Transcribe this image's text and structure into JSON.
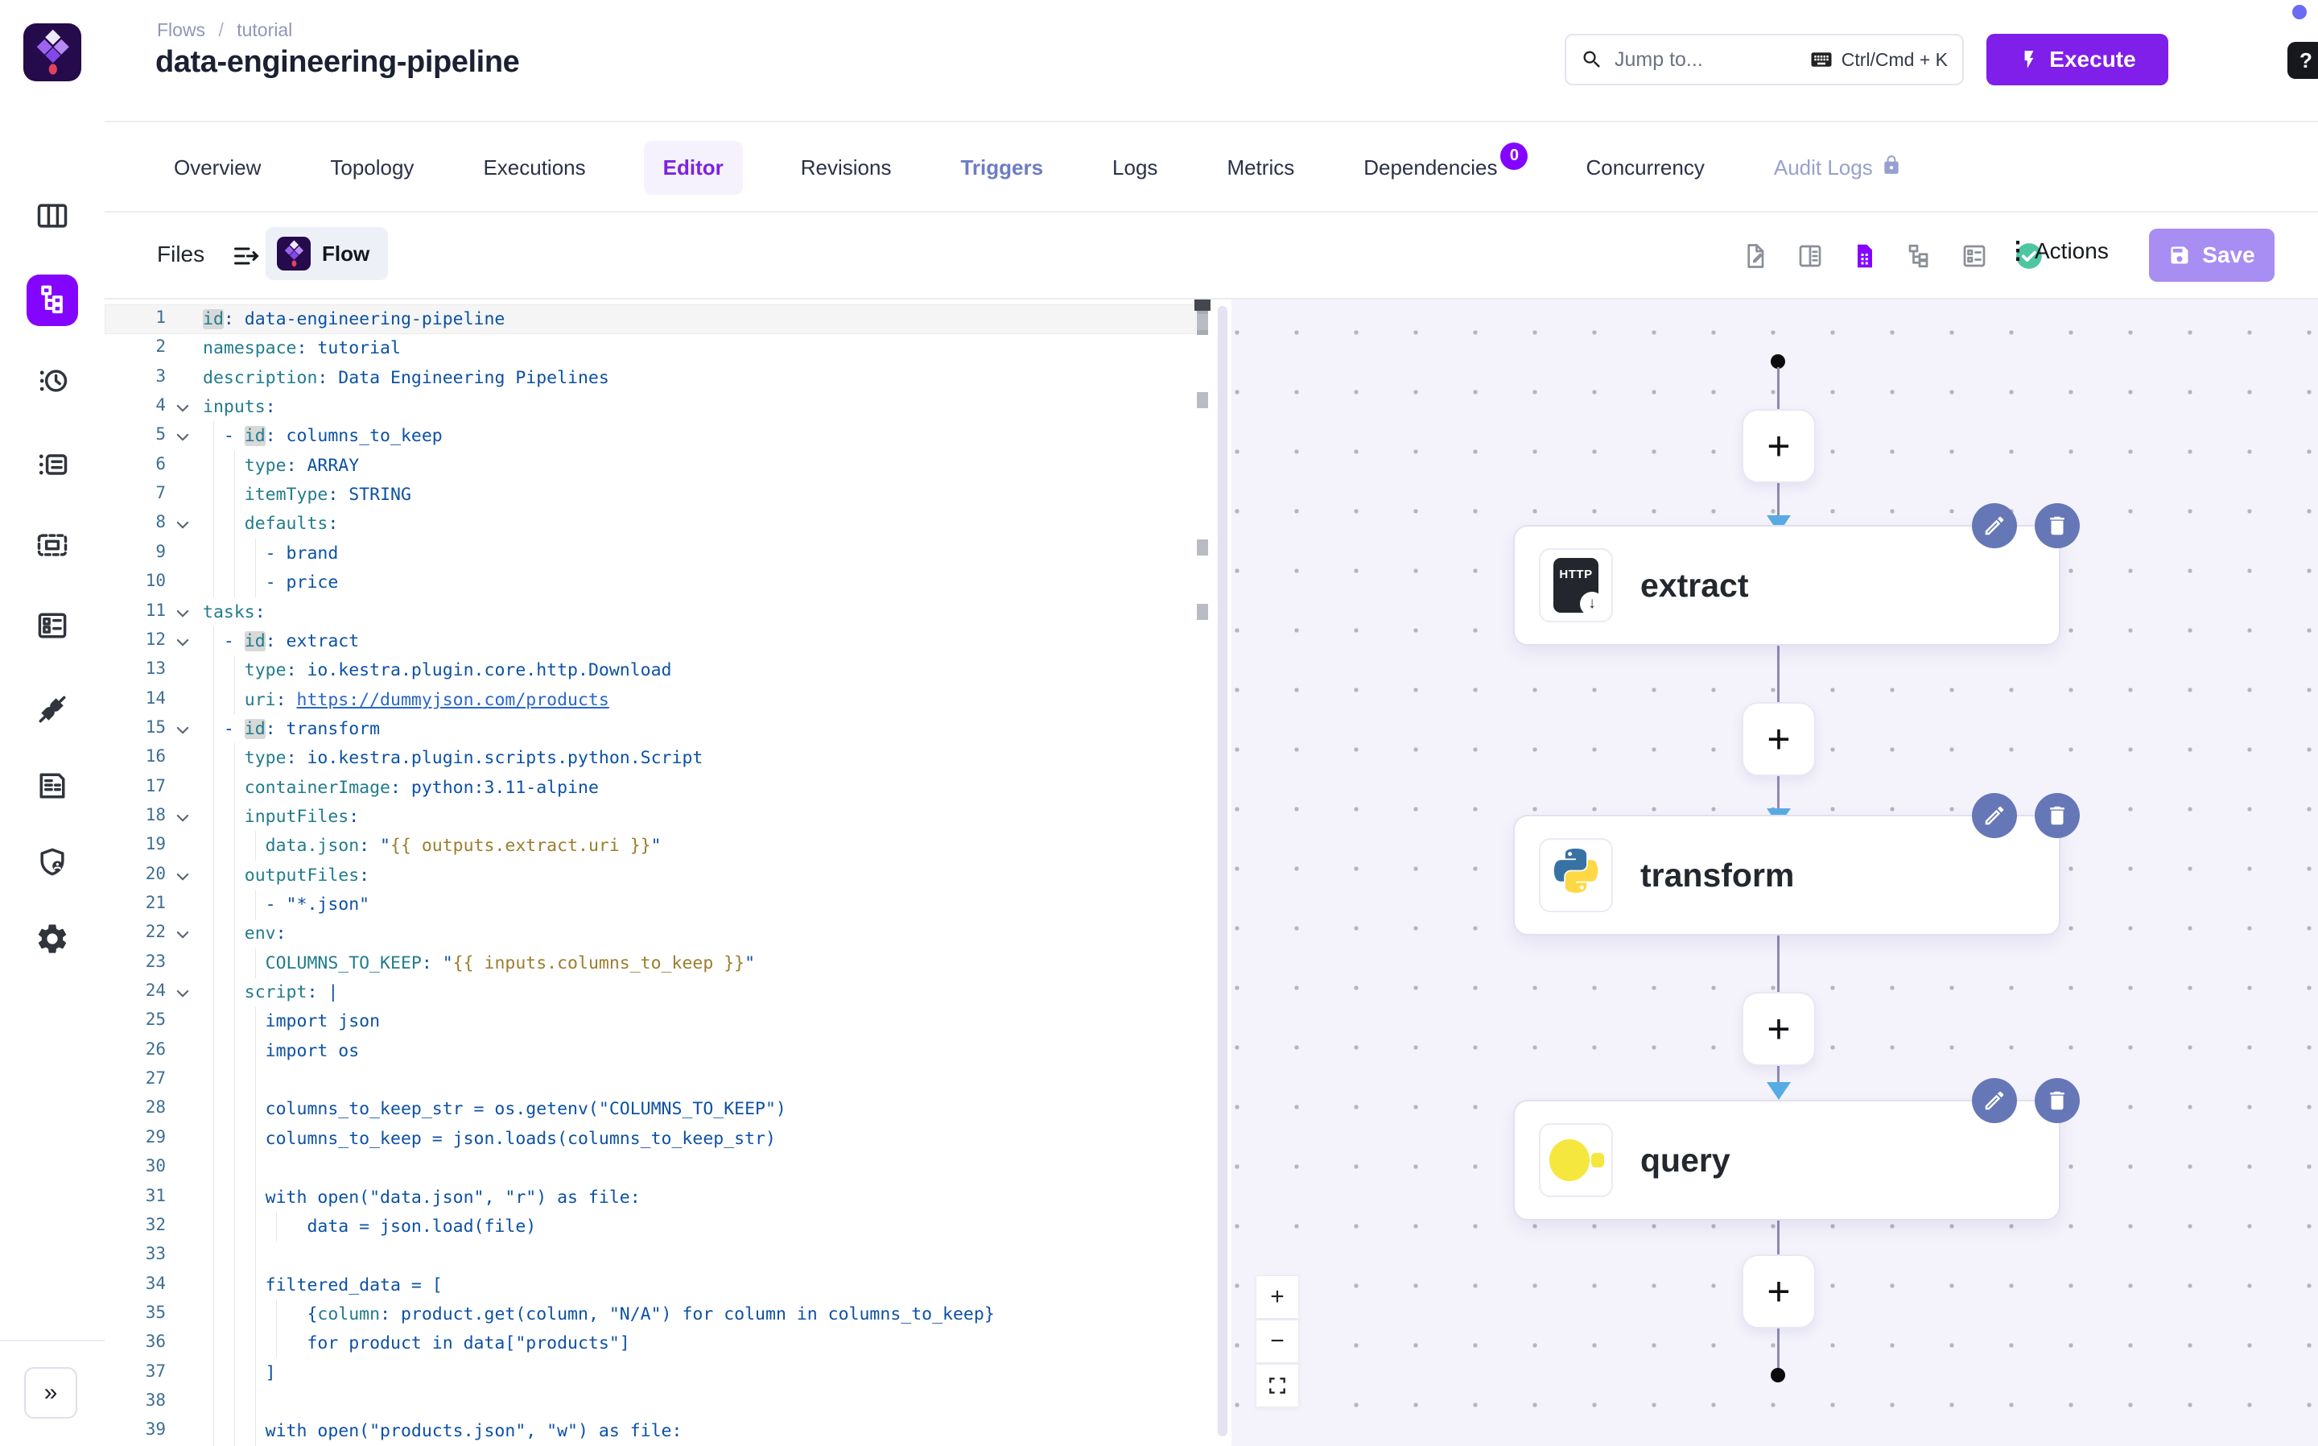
{
  "sidebar": {
    "items": [
      {
        "name": "dashboard"
      },
      {
        "name": "flows",
        "active": true
      },
      {
        "name": "executions"
      },
      {
        "name": "logs"
      },
      {
        "name": "namespaces"
      },
      {
        "name": "blueprints"
      },
      {
        "name": "plugins"
      },
      {
        "name": "docs"
      },
      {
        "name": "iam"
      },
      {
        "name": "settings"
      }
    ],
    "collapse_label": "»"
  },
  "header": {
    "breadcrumb": [
      "Flows",
      "tutorial"
    ],
    "title": "data-engineering-pipeline",
    "search": {
      "placeholder": "Jump to...",
      "shortcut": "Ctrl/Cmd + K"
    },
    "execute_label": "Execute",
    "help_label": "?"
  },
  "tabs": [
    {
      "label": "Overview"
    },
    {
      "label": "Topology"
    },
    {
      "label": "Executions"
    },
    {
      "label": "Editor",
      "active": true
    },
    {
      "label": "Revisions"
    },
    {
      "label": "Triggers",
      "alt": true
    },
    {
      "label": "Logs"
    },
    {
      "label": "Metrics"
    },
    {
      "label": "Dependencies",
      "badge": "0"
    },
    {
      "label": "Concurrency"
    },
    {
      "label": "Audit Logs",
      "muted": true,
      "lock": true
    }
  ],
  "filesbar": {
    "files_label": "Files",
    "flow_tab_label": "Flow",
    "actions_label": "Actions",
    "save_label": "Save",
    "toolbar_icons": [
      "file-edit",
      "split-view",
      "code-file",
      "tree-view",
      "no-code",
      "valid-check"
    ]
  },
  "colors": {
    "accent": "#8405ff",
    "execute": "#7f1fe9",
    "save": "#a88df2",
    "key": "#217c8c",
    "value": "#0c51a5",
    "template": "#9c7d2c",
    "link": "#2a66c9",
    "node_action": "#6677b7",
    "duck_yellow": "#f5e73d",
    "arrow_blue": "#57ace4"
  },
  "editor": {
    "lines": [
      {
        "n": 1,
        "cur": true,
        "tokens": [
          [
            "h",
            "id"
          ],
          [
            "v",
            ": data-engineering-pipeline"
          ]
        ]
      },
      {
        "n": 2,
        "tokens": [
          [
            "k",
            "namespace"
          ],
          [
            "v",
            ": tutorial"
          ]
        ]
      },
      {
        "n": 3,
        "tokens": [
          [
            "k",
            "description"
          ],
          [
            "v",
            ": Data Engineering Pipelines"
          ]
        ]
      },
      {
        "n": 4,
        "fold": true,
        "tokens": [
          [
            "k",
            "inputs"
          ],
          [
            "v",
            ":"
          ]
        ]
      },
      {
        "n": 5,
        "fold": true,
        "g": [
          1
        ],
        "tokens": [
          [
            "v",
            "  - "
          ],
          [
            "h",
            "id"
          ],
          [
            "v",
            ": columns_to_keep"
          ]
        ]
      },
      {
        "n": 6,
        "g": [
          1,
          3
        ],
        "tokens": [
          [
            "k",
            "    type"
          ],
          [
            "v",
            ": ARRAY"
          ]
        ]
      },
      {
        "n": 7,
        "g": [
          1,
          3
        ],
        "tokens": [
          [
            "k",
            "    itemType"
          ],
          [
            "v",
            ": STRING"
          ]
        ]
      },
      {
        "n": 8,
        "fold": true,
        "g": [
          1,
          3
        ],
        "tokens": [
          [
            "k",
            "    defaults"
          ],
          [
            "v",
            ":"
          ]
        ]
      },
      {
        "n": 9,
        "g": [
          1,
          3,
          5
        ],
        "tokens": [
          [
            "v",
            "      - brand"
          ]
        ]
      },
      {
        "n": 10,
        "g": [
          1,
          3,
          5
        ],
        "tokens": [
          [
            "v",
            "      - price"
          ]
        ]
      },
      {
        "n": 11,
        "fold": true,
        "tokens": [
          [
            "k",
            "tasks"
          ],
          [
            "v",
            ":"
          ]
        ]
      },
      {
        "n": 12,
        "fold": true,
        "g": [
          1
        ],
        "tokens": [
          [
            "v",
            "  - "
          ],
          [
            "h",
            "id"
          ],
          [
            "v",
            ": extract"
          ]
        ]
      },
      {
        "n": 13,
        "g": [
          1,
          3
        ],
        "tokens": [
          [
            "k",
            "    type"
          ],
          [
            "v",
            ": io.kestra.plugin.core.http.Download"
          ]
        ]
      },
      {
        "n": 14,
        "g": [
          1,
          3
        ],
        "tokens": [
          [
            "k",
            "    uri"
          ],
          [
            "v",
            ": "
          ],
          [
            "l",
            "https://dummyjson.com/products"
          ]
        ]
      },
      {
        "n": 15,
        "fold": true,
        "g": [
          1
        ],
        "tokens": [
          [
            "v",
            "  - "
          ],
          [
            "h",
            "id"
          ],
          [
            "v",
            ": transform"
          ]
        ]
      },
      {
        "n": 16,
        "g": [
          1,
          3
        ],
        "tokens": [
          [
            "k",
            "    type"
          ],
          [
            "v",
            ": io.kestra.plugin.scripts.python.Script"
          ]
        ]
      },
      {
        "n": 17,
        "g": [
          1,
          3
        ],
        "tokens": [
          [
            "k",
            "    containerImage"
          ],
          [
            "v",
            ": python:3.11-alpine"
          ]
        ]
      },
      {
        "n": 18,
        "fold": true,
        "g": [
          1,
          3
        ],
        "tokens": [
          [
            "k",
            "    inputFiles"
          ],
          [
            "v",
            ":"
          ]
        ]
      },
      {
        "n": 19,
        "g": [
          1,
          3,
          5
        ],
        "tokens": [
          [
            "k",
            "      data.json"
          ],
          [
            "v",
            ": \""
          ],
          [
            "t",
            "{{ outputs.extract.uri }}"
          ],
          [
            "v",
            "\""
          ]
        ]
      },
      {
        "n": 20,
        "fold": true,
        "g": [
          1,
          3
        ],
        "tokens": [
          [
            "k",
            "    outputFiles"
          ],
          [
            "v",
            ":"
          ]
        ]
      },
      {
        "n": 21,
        "g": [
          1,
          3,
          5
        ],
        "tokens": [
          [
            "v",
            "      - \"*.json\""
          ]
        ]
      },
      {
        "n": 22,
        "fold": true,
        "g": [
          1,
          3
        ],
        "tokens": [
          [
            "k",
            "    env"
          ],
          [
            "v",
            ":"
          ]
        ]
      },
      {
        "n": 23,
        "g": [
          1,
          3,
          5
        ],
        "tokens": [
          [
            "k",
            "      COLUMNS_TO_KEEP"
          ],
          [
            "v",
            ": \""
          ],
          [
            "t",
            "{{ inputs.columns_to_keep }}"
          ],
          [
            "v",
            "\""
          ]
        ]
      },
      {
        "n": 24,
        "fold": true,
        "g": [
          1,
          3
        ],
        "tokens": [
          [
            "k",
            "    script"
          ],
          [
            "v",
            ": |"
          ]
        ]
      },
      {
        "n": 25,
        "g": [
          1,
          3,
          5
        ],
        "tokens": [
          [
            "v",
            "      import json"
          ]
        ]
      },
      {
        "n": 26,
        "g": [
          1,
          3,
          5
        ],
        "tokens": [
          [
            "v",
            "      import os"
          ]
        ]
      },
      {
        "n": 27,
        "g": [
          1,
          3,
          5
        ],
        "tokens": []
      },
      {
        "n": 28,
        "g": [
          1,
          3,
          5
        ],
        "tokens": [
          [
            "v",
            "      columns_to_keep_str = os.getenv(\"COLUMNS_TO_KEEP\")"
          ]
        ]
      },
      {
        "n": 29,
        "g": [
          1,
          3,
          5
        ],
        "tokens": [
          [
            "v",
            "      columns_to_keep = json.loads(columns_to_keep_str)"
          ]
        ]
      },
      {
        "n": 30,
        "g": [
          1,
          3,
          5
        ],
        "tokens": []
      },
      {
        "n": 31,
        "g": [
          1,
          3,
          5
        ],
        "tokens": [
          [
            "v",
            "      with open(\"data.json\", \"r\") as file:"
          ]
        ]
      },
      {
        "n": 32,
        "g": [
          1,
          3,
          5,
          7
        ],
        "tokens": [
          [
            "v",
            "          data = json.load(file)"
          ]
        ]
      },
      {
        "n": 33,
        "g": [
          1,
          3,
          5
        ],
        "tokens": []
      },
      {
        "n": 34,
        "g": [
          1,
          3,
          5
        ],
        "tokens": [
          [
            "v",
            "      filtered_data = ["
          ]
        ]
      },
      {
        "n": 35,
        "g": [
          1,
          3,
          5,
          7
        ],
        "tokens": [
          [
            "v",
            "          {"
          ],
          [
            "k",
            "column"
          ],
          [
            "v",
            ": product.get(column, \"N/A\") for column in columns_to_keep}"
          ]
        ]
      },
      {
        "n": 36,
        "g": [
          1,
          3,
          5,
          7
        ],
        "tokens": [
          [
            "v",
            "          for product in data[\"products\"]"
          ]
        ]
      },
      {
        "n": 37,
        "g": [
          1,
          3,
          5
        ],
        "tokens": [
          [
            "v",
            "      ]"
          ]
        ]
      },
      {
        "n": 38,
        "g": [
          1,
          3,
          5
        ],
        "tokens": []
      },
      {
        "n": 39,
        "g": [
          1,
          3,
          5
        ],
        "tokens": [
          [
            "v",
            "      with open(\"products.json\", \"w\") as file:"
          ]
        ]
      }
    ]
  },
  "topology": {
    "nodes": [
      {
        "label": "extract",
        "icon": "http"
      },
      {
        "label": "transform",
        "icon": "python"
      },
      {
        "label": "query",
        "icon": "duckdb"
      }
    ],
    "zoom_controls": [
      "plus",
      "minus",
      "fit"
    ]
  }
}
